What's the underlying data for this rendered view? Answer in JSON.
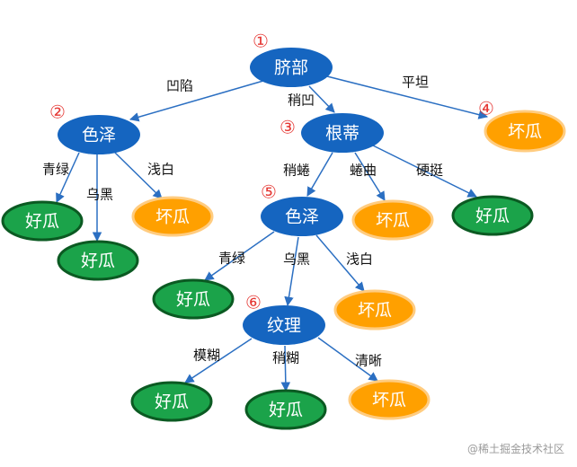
{
  "colors": {
    "attribute_fill": "#1565C0",
    "good_fill": "#1BA34A",
    "good_stroke": "#0B5A22",
    "bad_fill": "#FFA000",
    "bad_stroke": "#FFCC80",
    "edge": "#2B6FC2",
    "marker": "#E53935",
    "node_text": "#ffffff",
    "label_text": "#111111"
  },
  "nodes": {
    "n1": {
      "label": "脐部",
      "kind": "attribute",
      "marker": "①"
    },
    "n2": {
      "label": "色泽",
      "kind": "attribute",
      "marker": "②"
    },
    "n3": {
      "label": "根蒂",
      "kind": "attribute",
      "marker": "③"
    },
    "n4": {
      "label": "坏瓜",
      "kind": "bad",
      "marker": "④"
    },
    "n5": {
      "label": "色泽",
      "kind": "attribute",
      "marker": "⑤"
    },
    "n6": {
      "label": "纹理",
      "kind": "attribute",
      "marker": "⑥"
    },
    "l2a": {
      "label": "好瓜",
      "kind": "good"
    },
    "l2b": {
      "label": "好瓜",
      "kind": "good"
    },
    "l2c": {
      "label": "坏瓜",
      "kind": "bad"
    },
    "l3b": {
      "label": "坏瓜",
      "kind": "bad"
    },
    "l3c": {
      "label": "好瓜",
      "kind": "good"
    },
    "l5a": {
      "label": "好瓜",
      "kind": "good"
    },
    "l5c": {
      "label": "坏瓜",
      "kind": "bad"
    },
    "l6a": {
      "label": "好瓜",
      "kind": "good"
    },
    "l6b": {
      "label": "好瓜",
      "kind": "good"
    },
    "l6c": {
      "label": "坏瓜",
      "kind": "bad"
    }
  },
  "edges": {
    "e1": {
      "from": "n1",
      "to": "n2",
      "label": "凹陷"
    },
    "e2": {
      "from": "n1",
      "to": "n3",
      "label": "稍凹"
    },
    "e3": {
      "from": "n1",
      "to": "n4",
      "label": "平坦"
    },
    "e4": {
      "from": "n2",
      "to": "l2a",
      "label": "青绿"
    },
    "e5": {
      "from": "n2",
      "to": "l2b",
      "label": "乌黑"
    },
    "e6": {
      "from": "n2",
      "to": "l2c",
      "label": "浅白"
    },
    "e7": {
      "from": "n3",
      "to": "n5",
      "label": "稍蜷"
    },
    "e8": {
      "from": "n3",
      "to": "l3b",
      "label": "蜷曲"
    },
    "e9": {
      "from": "n3",
      "to": "l3c",
      "label": "硬挺"
    },
    "e10": {
      "from": "n5",
      "to": "l5a",
      "label": "青绿"
    },
    "e11": {
      "from": "n5",
      "to": "n6",
      "label": "乌黑"
    },
    "e12": {
      "from": "n5",
      "to": "l5c",
      "label": "浅白"
    },
    "e13": {
      "from": "n6",
      "to": "l6a",
      "label": "模糊"
    },
    "e14": {
      "from": "n6",
      "to": "l6b",
      "label": "稍糊"
    },
    "e15": {
      "from": "n6",
      "to": "l6c",
      "label": "清晰"
    }
  },
  "watermark": "@稀土掘金技术社区"
}
